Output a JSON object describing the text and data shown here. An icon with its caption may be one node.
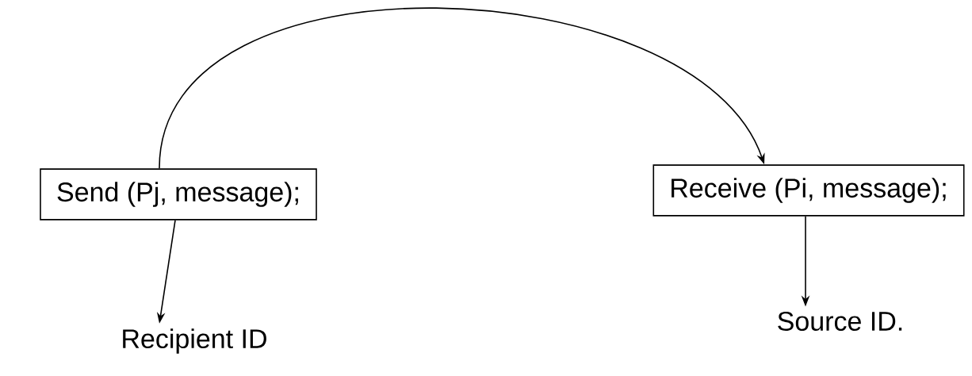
{
  "diagram": {
    "nodes": [
      {
        "text": [
          "Send (Pj, message);"
        ]
      },
      {
        "text": [
          "Receive (Pi, message);"
        ]
      },
      {
        "text": [
          "Recipient ID"
        ]
      },
      {
        "text": [
          "Source ID."
        ]
      }
    ],
    "edges": [
      {
        "from": 0,
        "to": 1,
        "arrow": "to"
      },
      {
        "from": 0,
        "to": 2,
        "arrow": "to"
      },
      {
        "from": 1,
        "to": 3,
        "arrow": "to"
      }
    ]
  }
}
